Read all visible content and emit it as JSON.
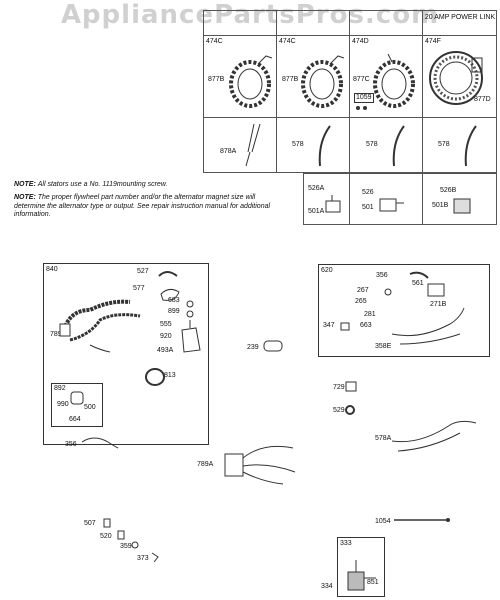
{
  "watermark": "AppliancePartsPros.com",
  "table": {
    "columns": [
      {
        "header": "",
        "kit": "474C",
        "stator": "877B",
        "lead": "878A"
      },
      {
        "header": "",
        "kit": "474C",
        "stator": "877B",
        "lead": "578"
      },
      {
        "header": "",
        "kit": "474D",
        "stator": "877C",
        "lead": "578",
        "extra": "1059"
      },
      {
        "header": "20 AMP POWER LINK",
        "kit": "474F",
        "stator": "877D",
        "lead": "578"
      }
    ],
    "regulators": [
      {
        "top": "526A",
        "bottom": "501A"
      },
      {
        "top": "526",
        "bottom": "501"
      },
      {
        "top": "526B",
        "bottom": "501B"
      }
    ]
  },
  "notes": [
    {
      "label": "NOTE:",
      "text": "All stators use a No. 1119mounting screw."
    },
    {
      "label": "NOTE:",
      "text": "The proper flywheel part number and/or the alternator magnet size will determine the alternator type or output. See repair instruction manual for additional information."
    }
  ],
  "group_840": {
    "id": "840",
    "parts": [
      "527",
      "577",
      "683",
      "899",
      "555",
      "920",
      "493A",
      "813",
      "789"
    ],
    "sub_892": {
      "id": "892",
      "parts": [
        "990",
        "500",
        "664"
      ]
    }
  },
  "group_620": {
    "id": "620",
    "parts": [
      "356",
      "561",
      "267",
      "265",
      "281",
      "347",
      "663",
      "271B",
      "358E"
    ]
  },
  "group_333": {
    "id": "333",
    "parts": [
      "334",
      "851"
    ]
  },
  "loose_parts": [
    "239",
    "729",
    "529",
    "578A",
    "356",
    "789A",
    "1054",
    "507",
    "520",
    "359",
    "373"
  ]
}
